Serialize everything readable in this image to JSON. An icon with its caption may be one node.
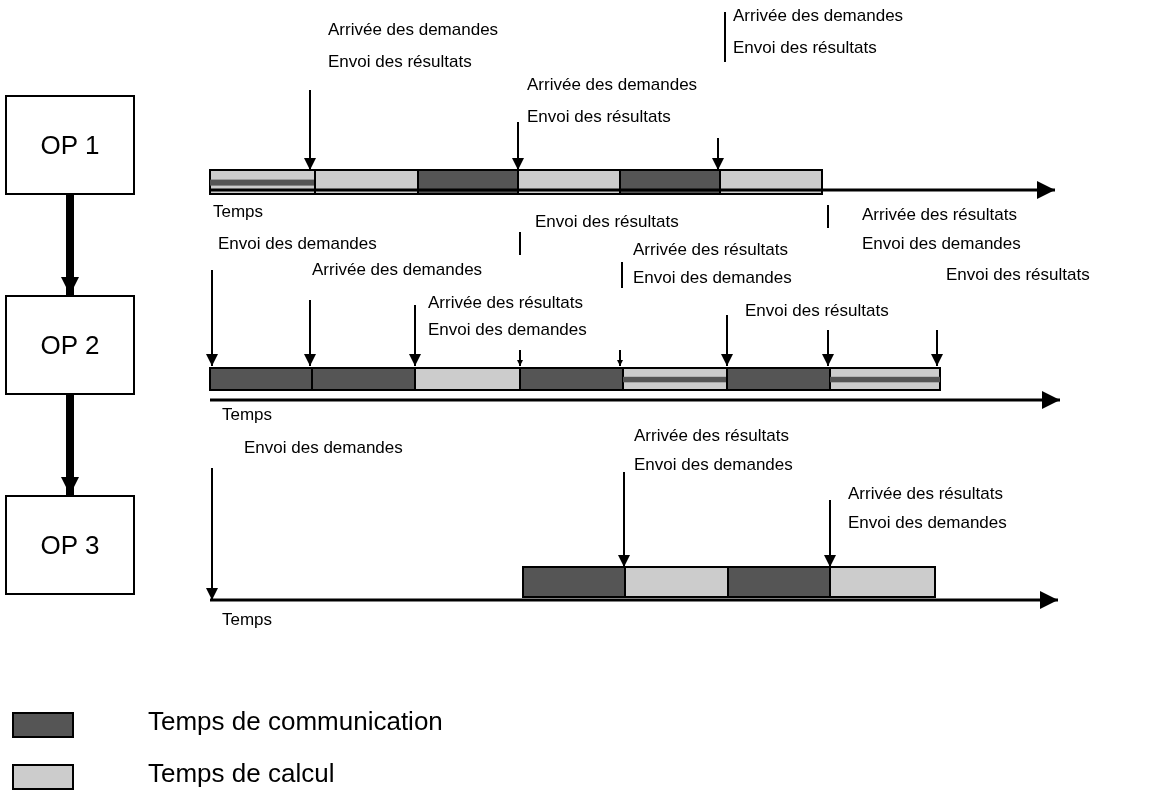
{
  "diagram": {
    "nodes": [
      {
        "text": [
          "OP 1"
        ]
      },
      {
        "text": [
          "OP 2"
        ]
      },
      {
        "text": [
          "OP 3"
        ]
      }
    ],
    "edges": [
      {
        "from": 0,
        "to": 1,
        "arrow": "to"
      },
      {
        "from": 1,
        "to": 2,
        "arrow": "to"
      }
    ],
    "labels": [
      "Arrivée des demandes",
      "Arrivée des demandes",
      "Envoi des résultats",
      "Envoi des résultats",
      "Arrivée des demandes",
      "Envoi des résultats",
      "Temps",
      "Arrivée des résultats",
      "Envoi des résultats",
      "Envoi des demandes",
      "Envoi des demandes",
      "Arrivée des résultats",
      "Arrivée des demandes",
      "Envoi des résultats",
      "Envoi des demandes",
      "Arrivée des résultats",
      "Envoi des résultats",
      "Envoi des demandes",
      "Temps",
      "Arrivée des résultats",
      "Envoi des demandes",
      "Envoi des demandes",
      "Arrivée des résultats",
      "Envoi des demandes",
      "Temps"
    ],
    "legend": [
      {
        "text": "Temps de communication",
        "color": "#555555"
      },
      {
        "text": "Temps de calcul",
        "color": "#cccccc"
      }
    ]
  }
}
